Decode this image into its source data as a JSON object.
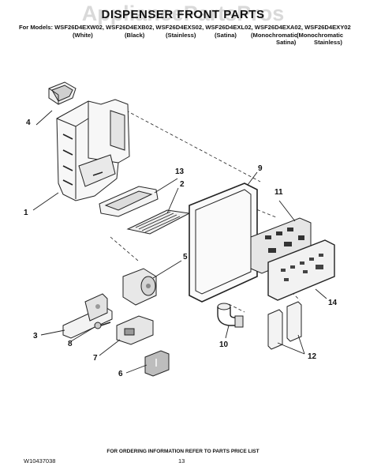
{
  "header": {
    "title": "DISPENSER FRONT PARTS",
    "watermark": "AppliancePartsPros",
    "models_line": "For Models: WSF26D4EXW02, WSF26D4EXB02, WSF26D4EXS02, WSF26D4EXL02, WSF26D4EXA02, WSF26D4EXY02",
    "finishes": [
      "(White)",
      "(Black)",
      "(Stainless)",
      "(Satina)",
      "(Monochromatic",
      "Satina)",
      "(Monochromatic",
      "Stainless)"
    ]
  },
  "callouts": [
    "1",
    "2",
    "3",
    "4",
    "5",
    "6",
    "7",
    "8",
    "9",
    "10",
    "11",
    "12",
    "13",
    "14"
  ],
  "footer": {
    "note": "FOR ORDERING INFORMATION REFER TO PARTS PRICE LIST",
    "doc_number": "W10437038",
    "page_number": "13"
  }
}
